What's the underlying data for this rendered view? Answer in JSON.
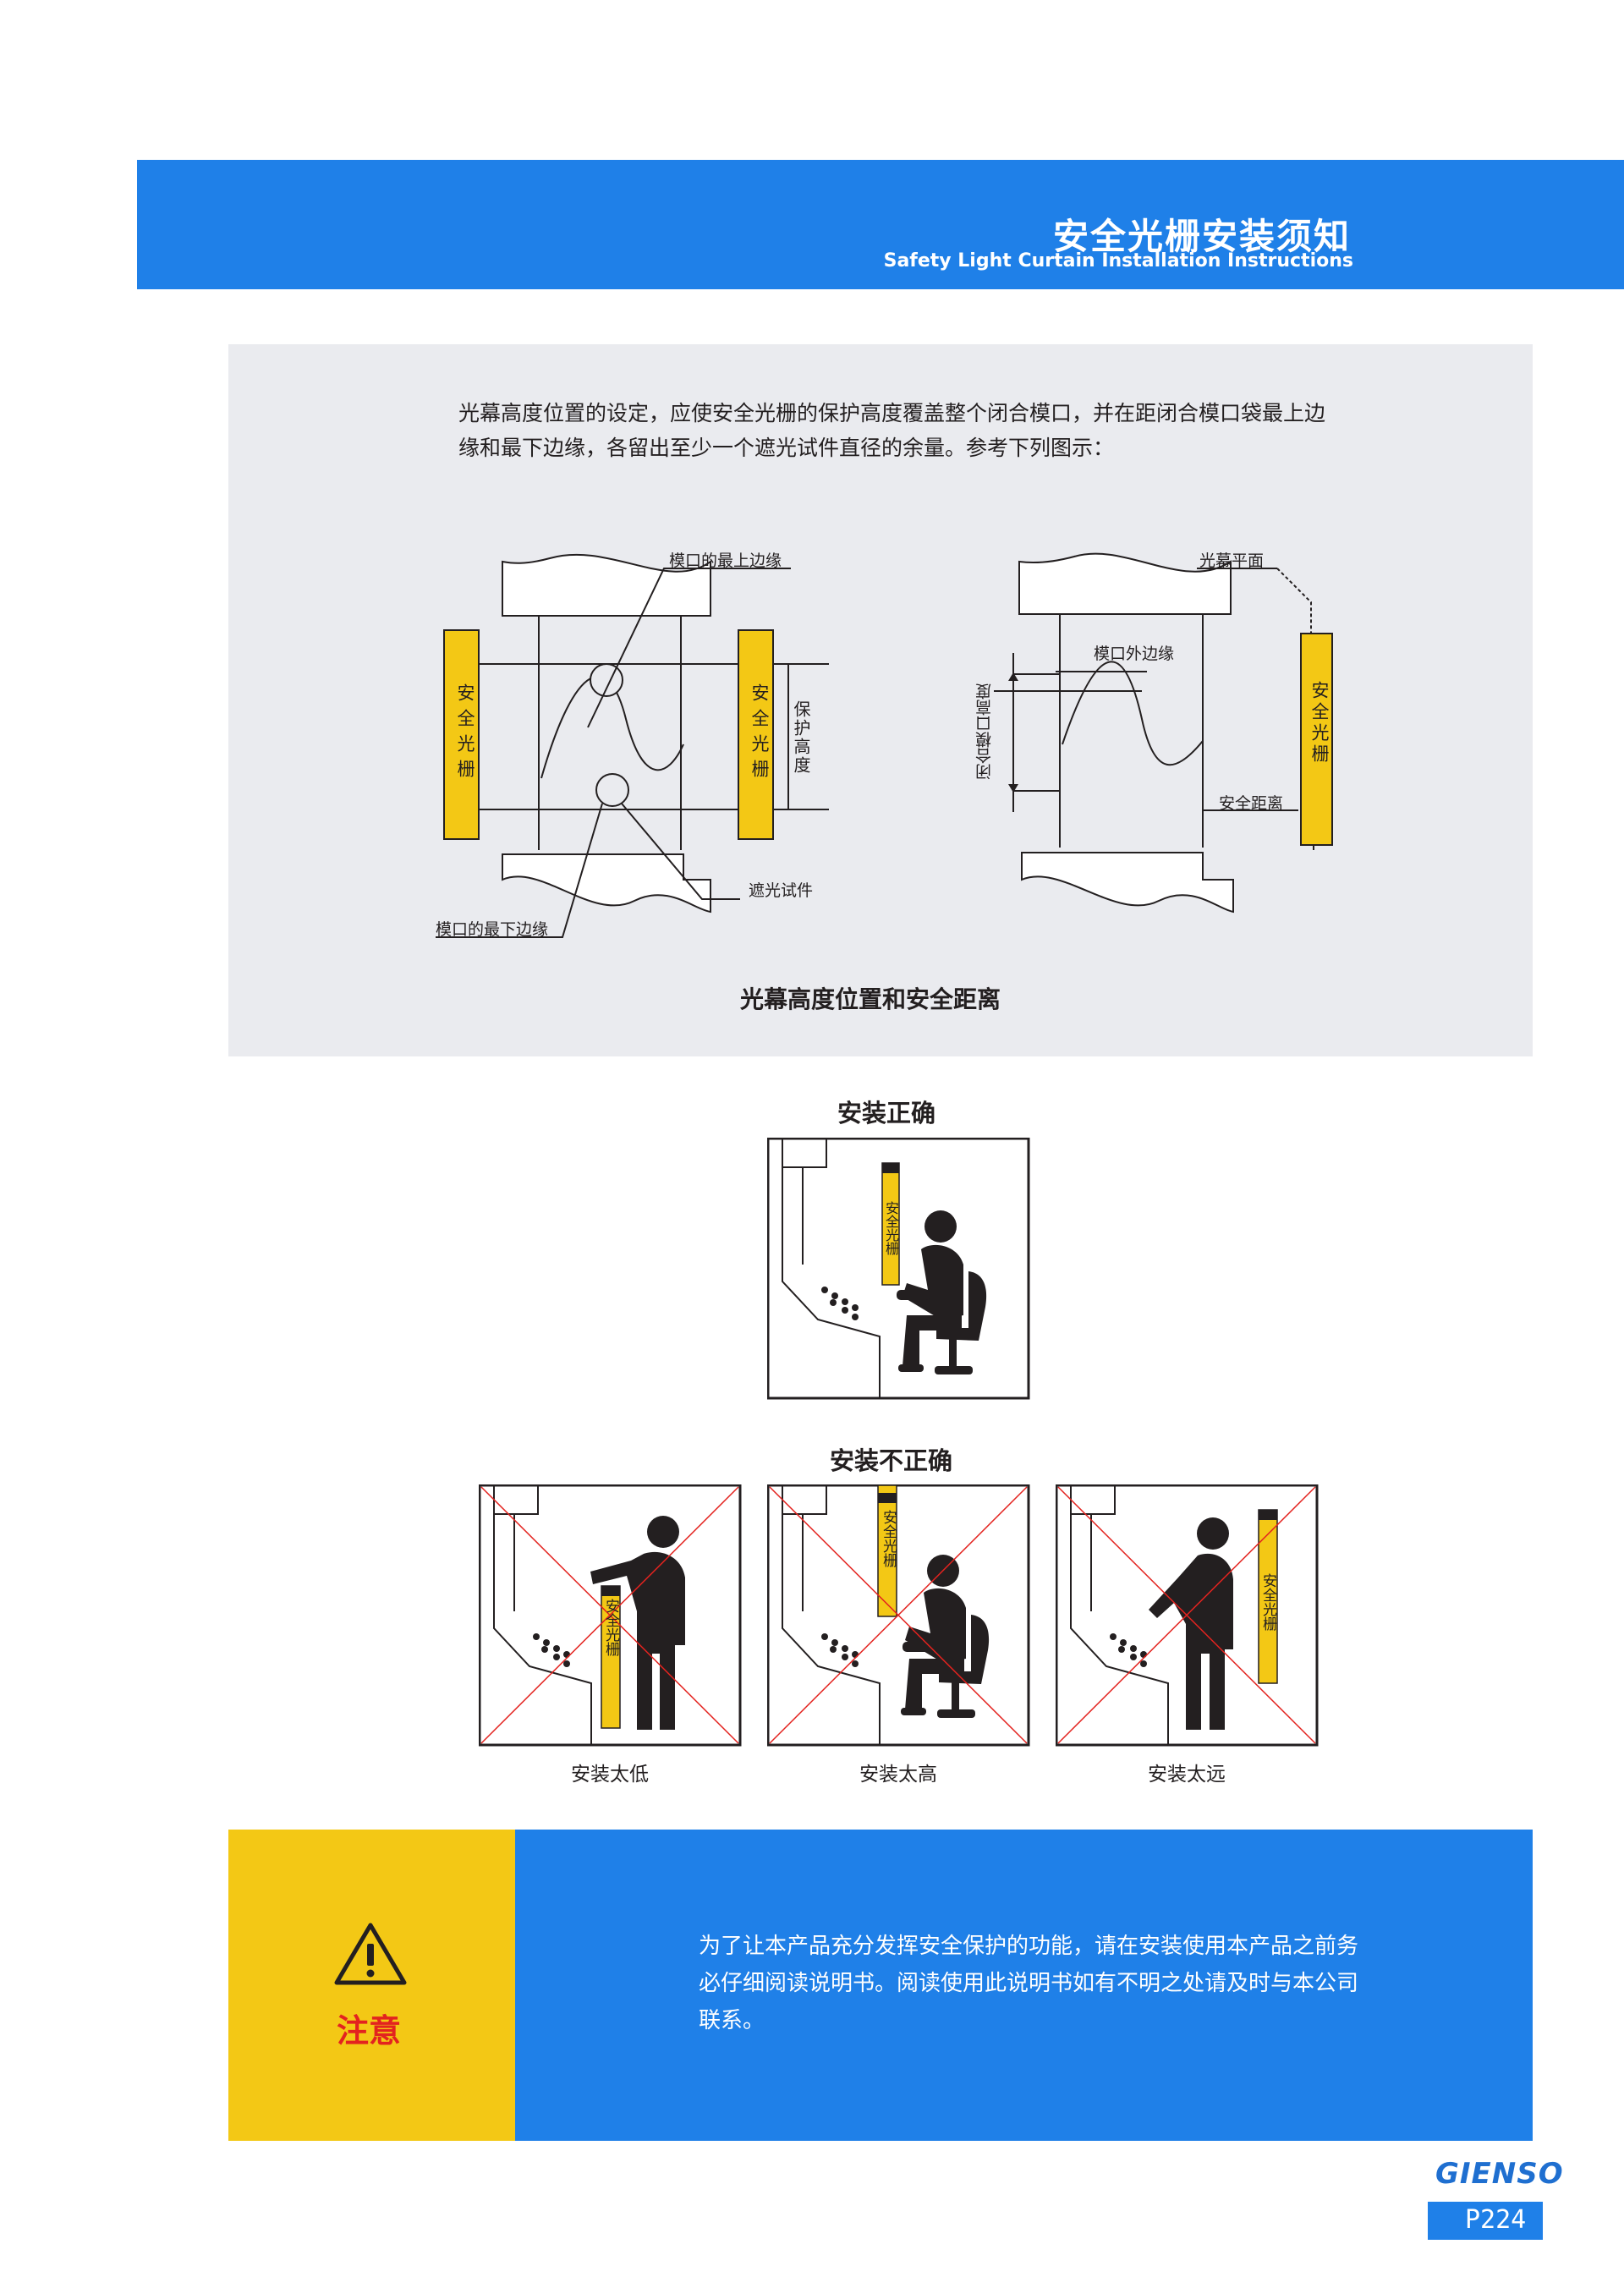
{
  "header": {
    "title_zh": "安全光栅安装须知",
    "title_en": "Safety Light Curtain Installation Instructions"
  },
  "intro": "光幕高度位置的设定，应使安全光栅的保护高度覆盖整个闭合模口，并在距闭合模口袋最上边缘和最下边缘，各留出至少一个遮光试件直径的余量。参考下列图示：",
  "figure1": {
    "labels": {
      "top_edge": "模口的最上边缘",
      "bottom_edge": "模口的最下边缘",
      "test_piece": "遮光试件",
      "protect_height": "保护高度",
      "curtain_plane": "光幕平面",
      "outer_edge": "模口外边缘",
      "closed_height": "闭合模口高度",
      "safety_distance": "安全距离",
      "curtain": "安全光栅"
    },
    "caption": "光幕高度位置和安全距离"
  },
  "install": {
    "correct_title": "安装正确",
    "incorrect_title": "安装不正确",
    "curtain": "安全光栅",
    "captions": [
      "安装太低",
      "安装太高",
      "安装太远"
    ]
  },
  "notice": {
    "label": "注意",
    "text": "为了让本产品充分发挥安全保护的功能，请在安装使用本产品之前务必仔细阅读说明书。阅读使用此说明书如有不明之处请及时与本公司联系。"
  },
  "footer": {
    "brand": "GIENSO",
    "page": "P224"
  },
  "colors": {
    "brand_blue": "#1f80e8",
    "curtain_yellow": "#f3c815",
    "warning_red": "#e3231f",
    "panel_gray": "#eaebef"
  }
}
